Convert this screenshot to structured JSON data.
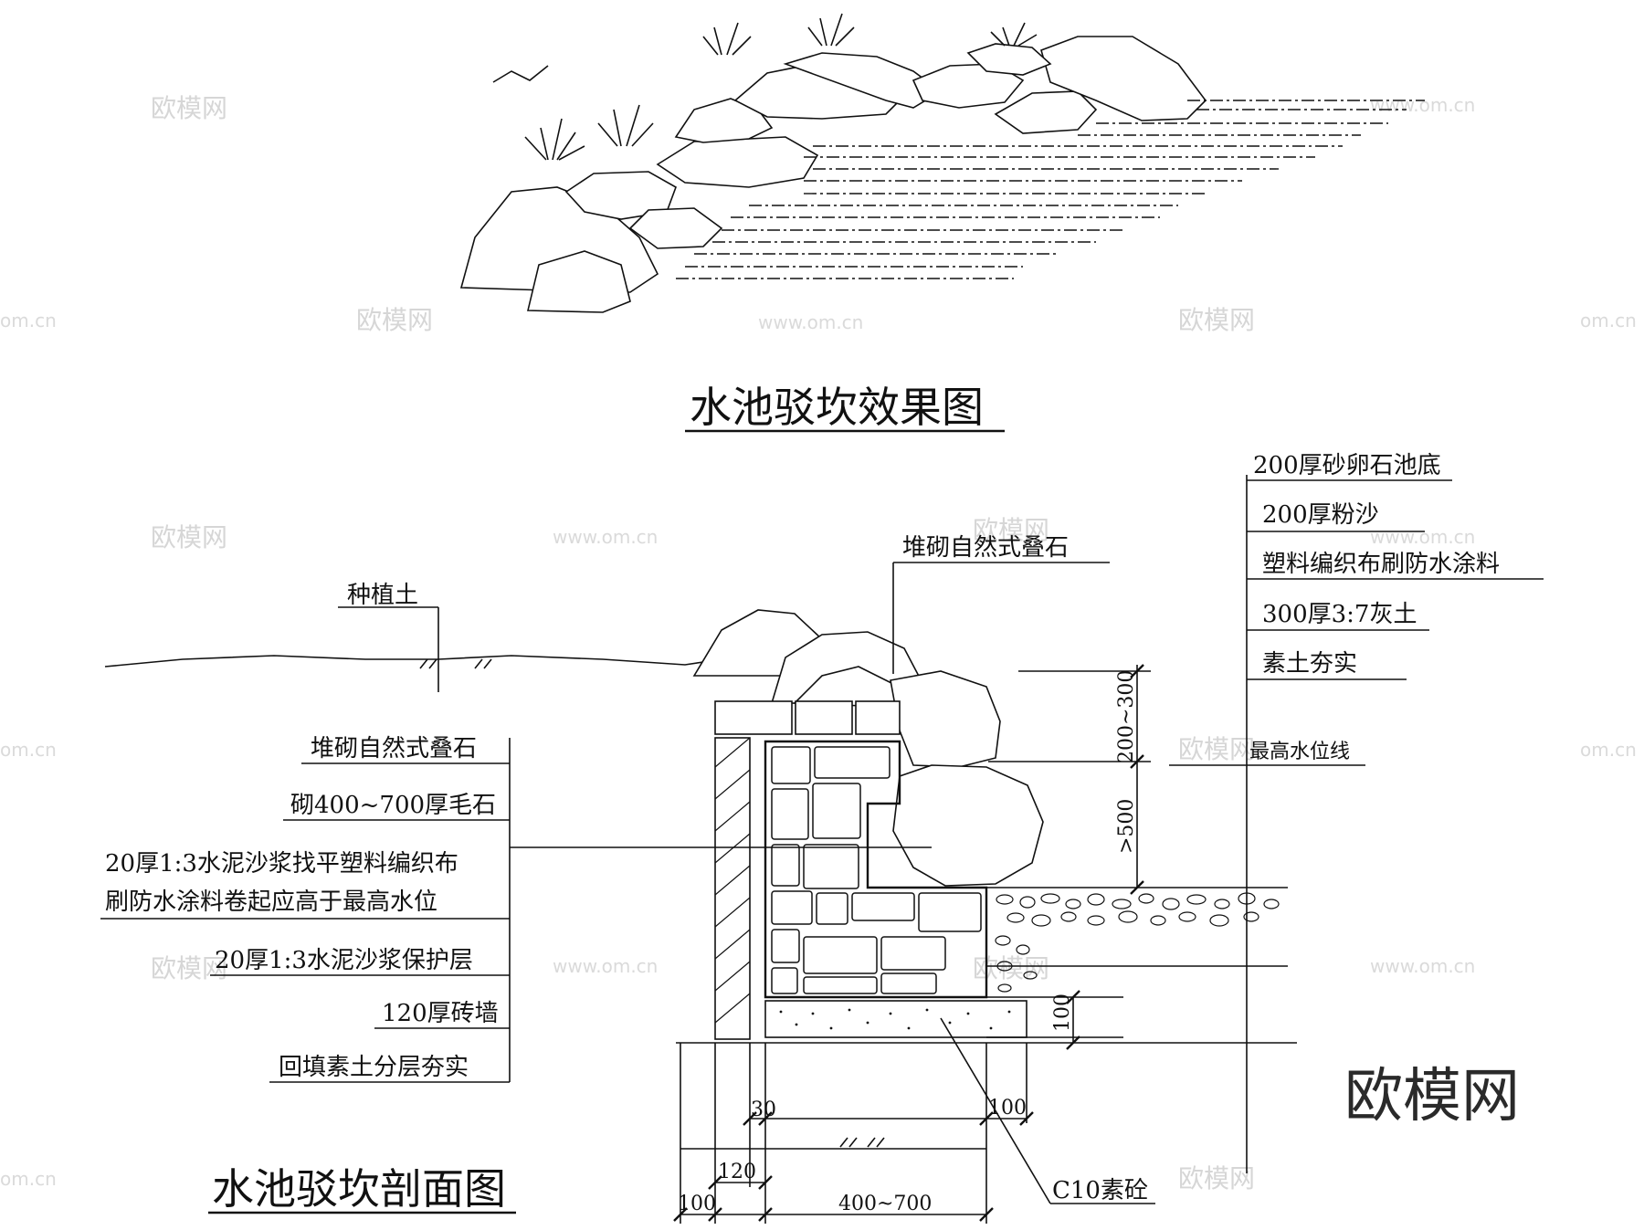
{
  "watermarks": {
    "brand_cn": "欧模网",
    "site": "www.om.cn",
    "site_short": "om.cn"
  },
  "titles": {
    "effect": "水池驳坎效果图",
    "section": "水池驳坎剖面图"
  },
  "labels_left": [
    "堆砌自然式叠石",
    "砌400~700厚毛石",
    "20厚1:3水泥沙浆找平塑料编织布",
    "刷防水涂料卷起应高于最高水位",
    "20厚1:3水泥沙浆保护层",
    "120厚砖墙",
    "回填素土分层夯实"
  ],
  "labels_right": [
    "200厚砂卵石池底",
    "200厚粉沙",
    "塑料编织布刷防水涂料",
    "300厚3:7灰土",
    "素土夯实"
  ],
  "labels_misc": {
    "planting_soil": "种植土",
    "stacked_stone_top": "堆砌自然式叠石",
    "max_water_line": "最高水位线",
    "c10": "C10素砼"
  },
  "dimensions": {
    "d_200_300": "200~300",
    "d_500": ">500",
    "d_100_pad": "100",
    "d_30": "30",
    "d_100_right": "100",
    "d_120": "120",
    "d_100_left": "100",
    "d_400_700": "400~700"
  },
  "colors": {
    "line": "#111111",
    "watermark": "#d6d6d6"
  }
}
